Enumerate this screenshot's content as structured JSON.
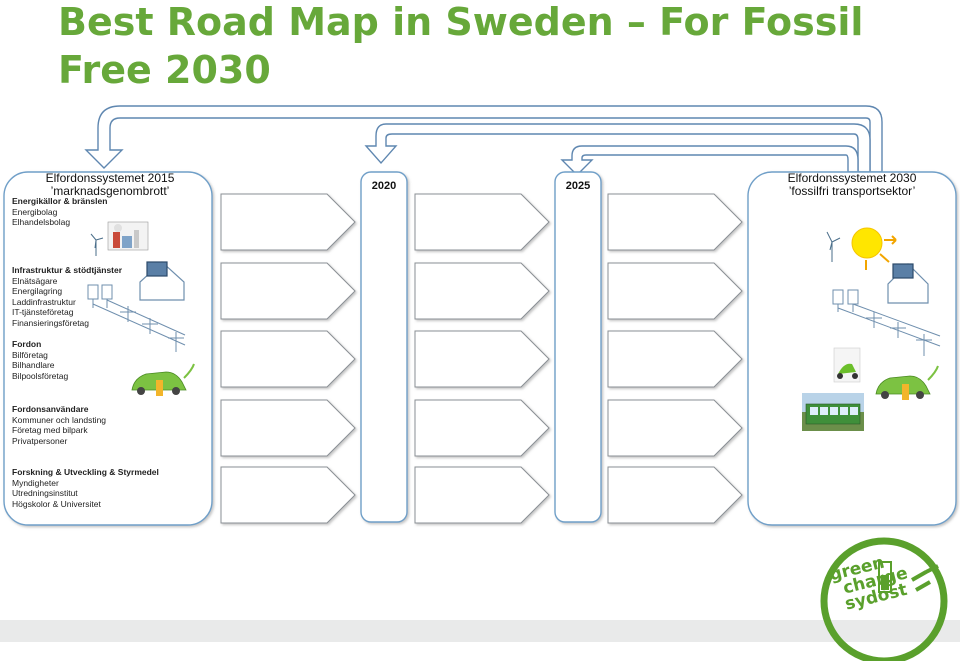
{
  "title": "Best Road Map in Sweden – For Fossil Free 2030",
  "left_box": {
    "header_line1": "Elfordonssystemet 2015",
    "header_line2": "’marknadsgenombrott’"
  },
  "right_box": {
    "header_line1": "Elfordonssystemet 2030",
    "header_line2": "’fossilfri transportsektor’"
  },
  "milestones": [
    {
      "label": "2020"
    },
    {
      "label": "2025"
    }
  ],
  "groups": [
    {
      "title": "Energikällor & bränslen",
      "items": [
        "Energibolag",
        "Elhandelsbolag"
      ]
    },
    {
      "title": "Infrastruktur & stödtjänster",
      "items": [
        "Elnätsägare",
        "Energilagring",
        "Laddinfrastruktur",
        "IT-tjänsteföretag",
        "Finansieringsföretag"
      ]
    },
    {
      "title": "Fordon",
      "items": [
        "Bilföretag",
        "Bilhandlare",
        "Bilpoolsföretag"
      ]
    },
    {
      "title": "Fordonsanvändare",
      "items": [
        "Kommuner och landsting",
        "Företag med bilpark",
        "Privatpersoner"
      ]
    },
    {
      "title": "Forskning & Utveckling & Styrmedel",
      "items": [
        "Myndigheter",
        "Utredningsinstitut",
        "Högskolor & Universitet"
      ]
    }
  ],
  "logo": {
    "line1": "green",
    "line2": "charge",
    "line3": "sydost"
  },
  "colors": {
    "title": "#67a83a",
    "box_border": "#6f9fc8",
    "arrow_fill": "#ffffff",
    "arrow_stroke": "#9aa0a6",
    "logo": "#5aa02c"
  }
}
